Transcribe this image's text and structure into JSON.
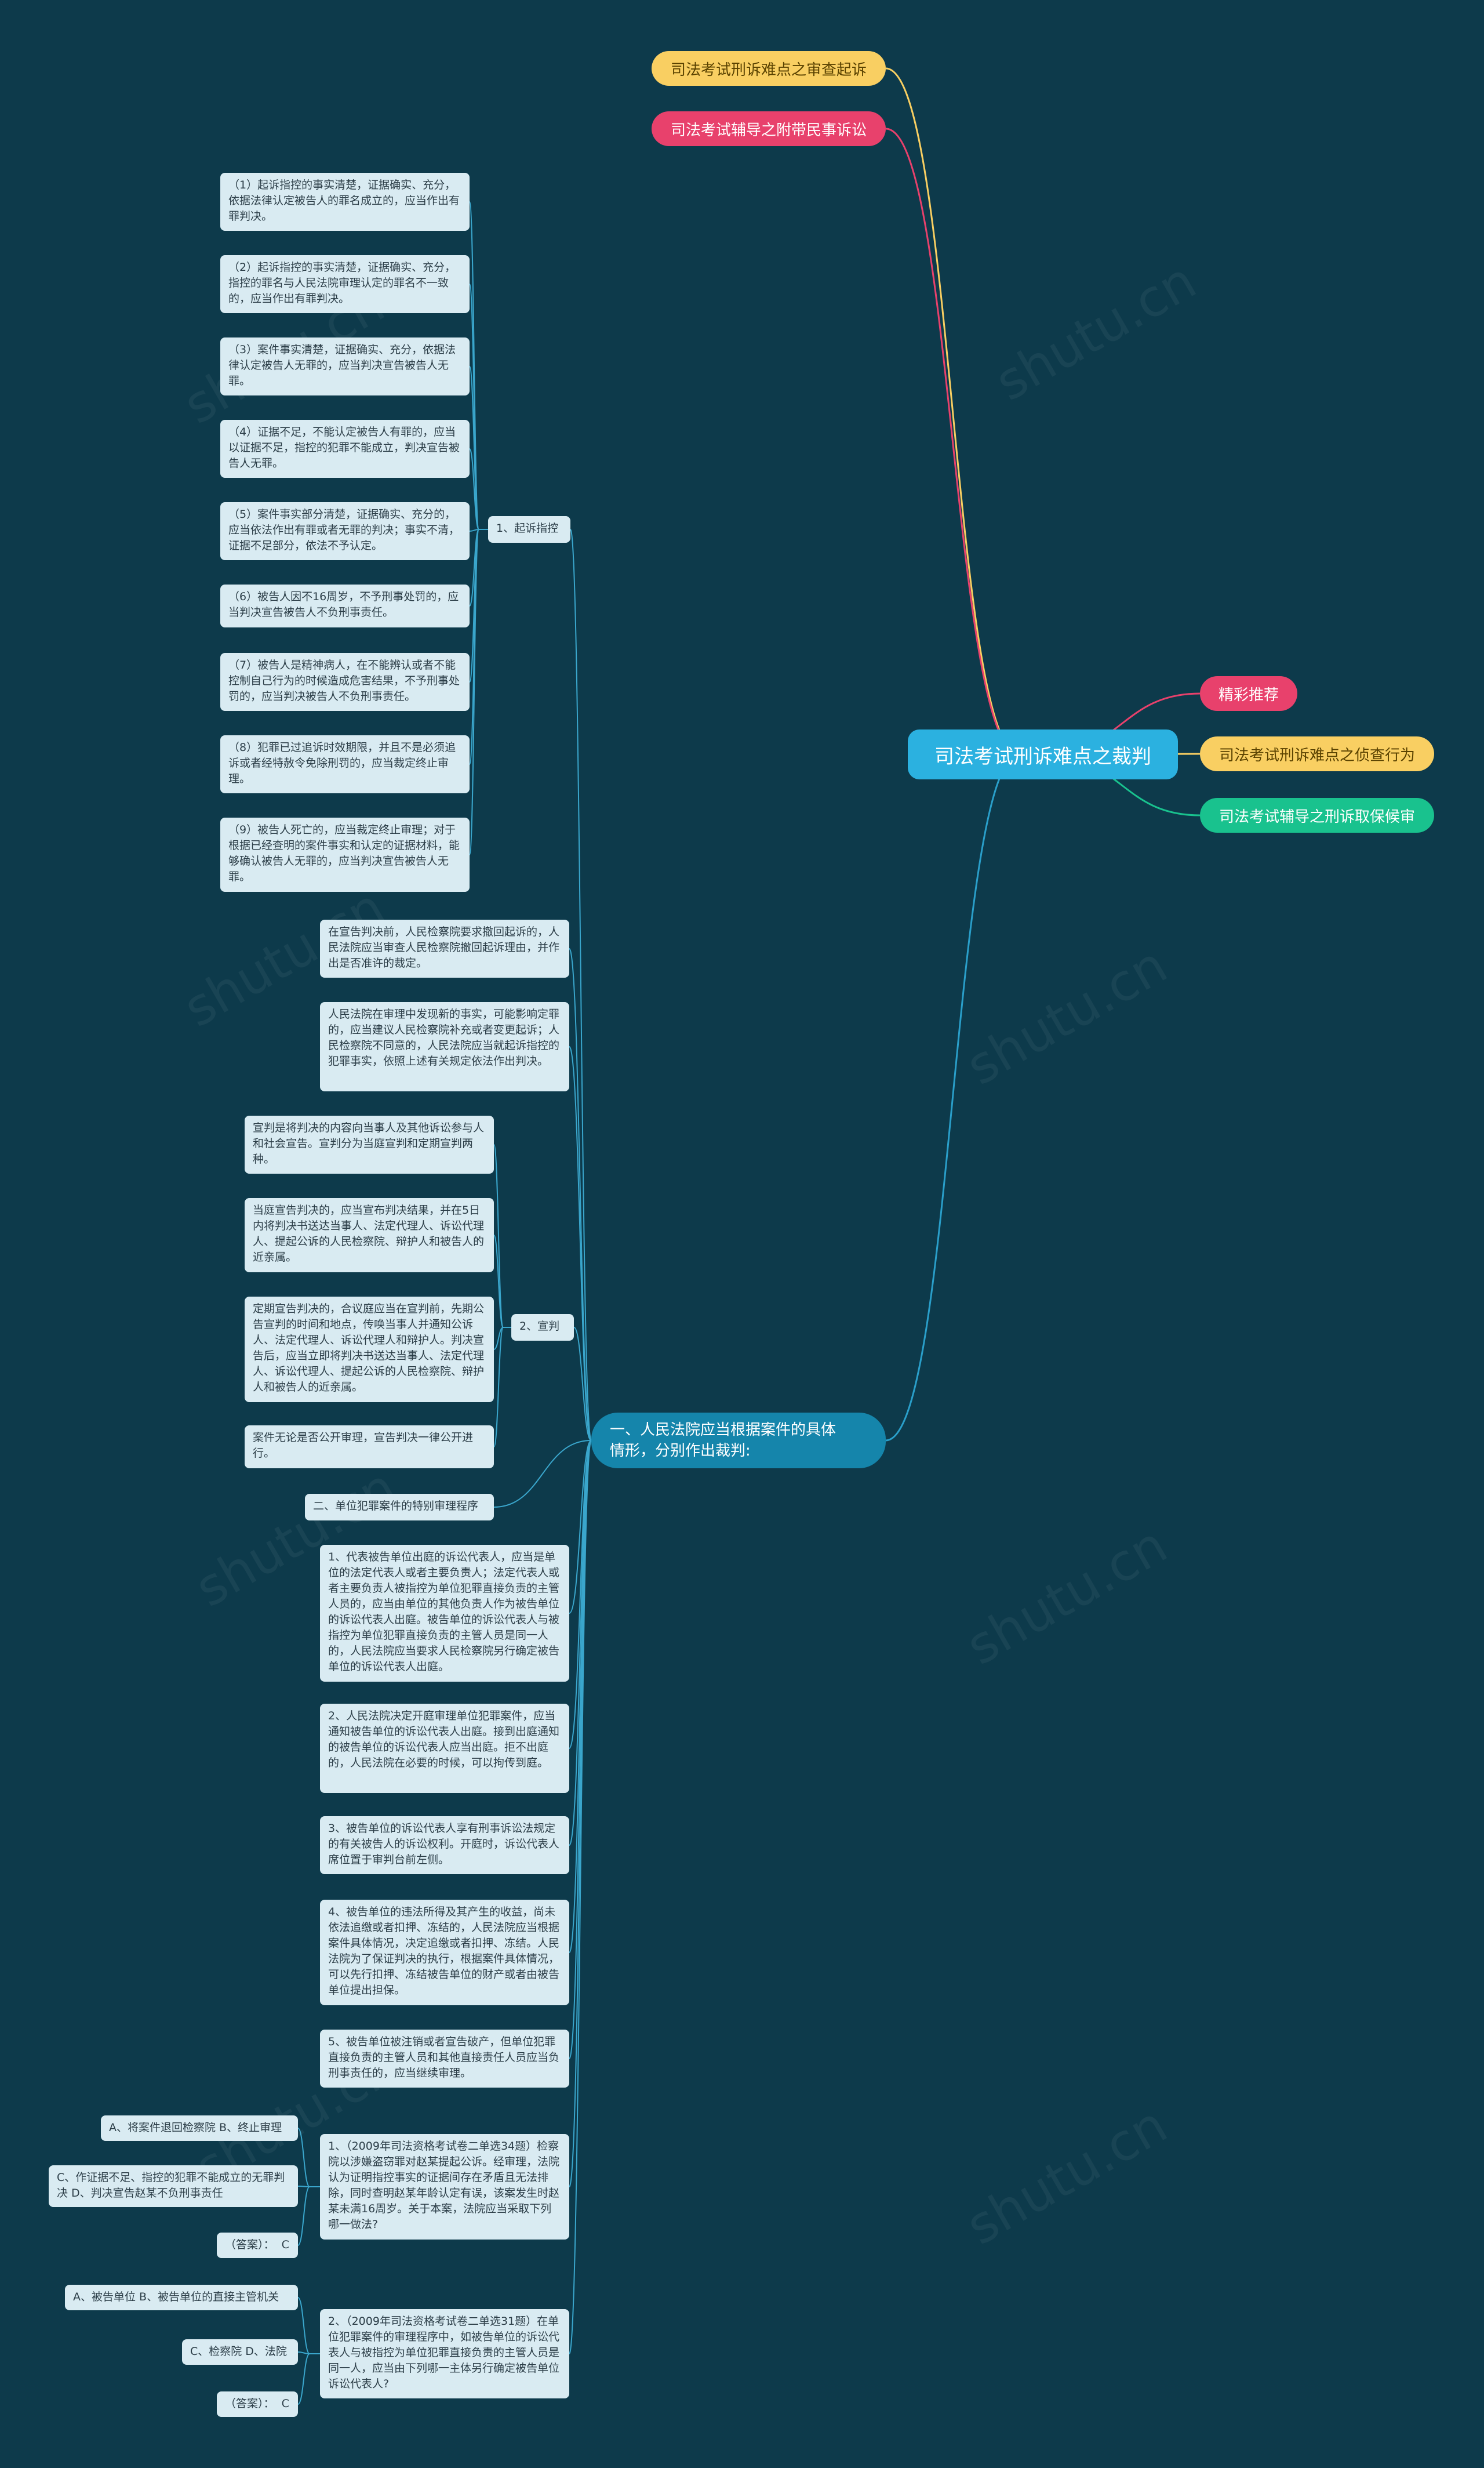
{
  "root": {
    "label": "司法考试刑诉难点之裁判"
  },
  "right_topics": [
    {
      "id": "r1",
      "label": "司法考试刑诉难点之审查起诉",
      "color": "#f9cf62",
      "text_color": "#5a4200"
    },
    {
      "id": "r2",
      "label": "司法考试辅导之附带民事诉讼",
      "color": "#e8416c",
      "text_color": "#ffffff"
    },
    {
      "id": "r3",
      "label": "精彩推荐",
      "color": "#e8416c",
      "text_color": "#ffffff"
    },
    {
      "id": "r4",
      "label": "司法考试刑诉难点之侦查行为",
      "color": "#f9cf62",
      "text_color": "#5a4200"
    },
    {
      "id": "r5",
      "label": "司法考试辅导之刑诉取保候审",
      "color": "#19c28e",
      "text_color": "#ffffff"
    }
  ],
  "main_branch": {
    "label": "一、人民法院应当根据案件的具体\n情形，分别作出裁判:"
  },
  "sub_branches": {
    "b1": "1、起诉指控",
    "b2": "2、宣判",
    "b3": "二、单位犯罪案件的特别审理程序"
  },
  "b1_items": [
    "（1）起诉指控的事实清楚，证据确实、充分，依据法律认定被告人的罪名成立的，应当作出有罪判决。",
    "（2）起诉指控的事实清楚，证据确实、充分，指控的罪名与人民法院审理认定的罪名不一致的，应当作出有罪判决。",
    "（3）案件事实清楚，证据确实、充分，依据法律认定被告人无罪的，应当判决宣告被告人无罪。",
    "（4）证据不足，不能认定被告人有罪的，应当以证据不足，指控的犯罪不能成立，判决宣告被告人无罪。",
    "（5）案件事实部分清楚，证据确实、充分的，应当依法作出有罪或者无罪的判决；事实不清，证据不足部分，依法不予认定。",
    "（6）被告人因不16周岁，不予刑事处罚的，应当判决宣告被告人不负刑事责任。",
    "（7）被告人是精神病人，在不能辨认或者不能控制自己行为的时候造成危害结果，不予刑事处罚的，应当判决被告人不负刑事责任。",
    "（8）犯罪已过追诉时效期限，并且不是必须追诉或者经特赦令免除刑罚的，应当裁定终止审理。",
    "（9）被告人死亡的，应当裁定终止审理；对于根据已经查明的案件事实和认定的证据材料，能够确认被告人无罪的，应当判决宣告被告人无罪。"
  ],
  "main_items": [
    "在宣告判决前，人民检察院要求撤回起诉的，人民法院应当审查人民检察院撤回起诉理由，并作出是否准许的裁定。",
    "人民法院在审理中发现新的事实，可能影响定罪的，应当建议人民检察院补充或者变更起诉；人民检察院不同意的，人民法院应当就起诉指控的犯罪事实，依照上述有关规定依法作出判决。"
  ],
  "b2_items": [
    "宣判是将判决的内容向当事人及其他诉讼参与人和社会宣告。宣判分为当庭宣判和定期宣判两种。",
    "当庭宣告判决的，应当宣布判决结果，并在5日内将判决书送达当事人、法定代理人、诉讼代理人、提起公诉的人民检察院、辩护人和被告人的近亲属。",
    "定期宣告判决的，合议庭应当在宣判前，先期公告宣判的时间和地点，传唤当事人并通知公诉人、法定代理人、诉讼代理人和辩护人。判决宣告后，应当立即将判决书送达当事人、法定代理人、诉讼代理人、提起公诉的人民检察院、辩护人和被告人的近亲属。",
    "案件无论是否公开审理，宣告判决一律公开进行。"
  ],
  "unit_items": [
    "1、代表被告单位出庭的诉讼代表人，应当是单位的法定代表人或者主要负责人；法定代表人或者主要负责人被指控为单位犯罪直接负责的主管人员的，应当由单位的其他负责人作为被告单位的诉讼代表人出庭。被告单位的诉讼代表人与被指控为单位犯罪直接负责的主管人员是同一人的，人民法院应当要求人民检察院另行确定被告单位的诉讼代表人出庭。",
    "2、人民法院决定开庭审理单位犯罪案件，应当通知被告单位的诉讼代表人出庭。接到出庭通知的被告单位的诉讼代表人应当出庭。拒不出庭的，人民法院在必要的时候，可以拘传到庭。",
    "3、被告单位的诉讼代表人享有刑事诉讼法规定的有关被告人的诉讼权利。开庭时，诉讼代表人席位置于审判台前左侧。",
    "4、被告单位的违法所得及其产生的收益，尚未依法追缴或者扣押、冻结的，人民法院应当根据案件具体情况，决定追缴或者扣押、冻结。人民法院为了保证判决的执行，根据案件具体情况，可以先行扣押、冻结被告单位的财产或者由被告单位提出担保。",
    "5、被告单位被注销或者宣告破产，但单位犯罪直接负责的主管人员和其他直接责任人员应当负刑事责任的，应当继续审理。"
  ],
  "q1": {
    "text": "1、（2009年司法资格考试卷二单选34题）检察院以涉嫌盗窃罪对赵某提起公诉。经审理，法院认为证明指控事实的证据间存在矛盾且无法排除，同时查明赵某年龄认定有误，该案发生时赵某未满16周岁。关于本案，法院应当采取下列哪一做法?",
    "options": [
      "A、将案件退回检察院 B、终止审理",
      "C、作证据不足、指控的犯罪不能成立的无罪判决 D、判决宣告赵某不负刑事责任"
    ],
    "answer": "（答案）：  C"
  },
  "q2": {
    "text": "2、（2009年司法资格考试卷二单选31题）在单位犯罪案件的审理程序中，如被告单位的诉讼代表人与被指控为单位犯罪直接负责的主管人员是同一人，应当由下列哪一主体另行确定被告单位诉讼代表人?",
    "options": [
      "A、被告单位 B、被告单位的直接主管机关",
      "C、检察院 D、法院"
    ],
    "answer": "（答案）：  C"
  },
  "watermark": "shutu.cn"
}
